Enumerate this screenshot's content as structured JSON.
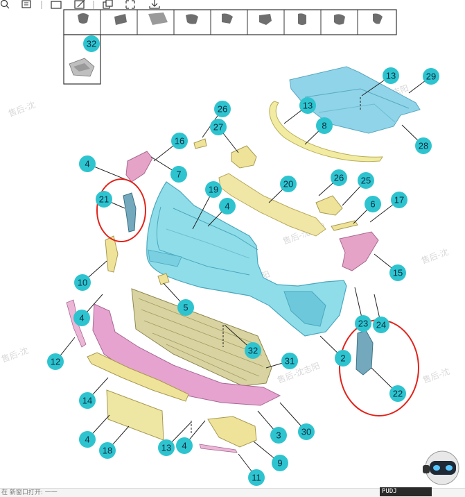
{
  "toolbar": {
    "icons": [
      "zoom-out-icon",
      "fit-page-icon",
      "select-rect-icon",
      "edit-icon",
      "copy-icon",
      "fullscreen-icon",
      "download-icon"
    ]
  },
  "watermark": {
    "text": "售后-沈志阳",
    "short_text": "售后-沈"
  },
  "callouts": {
    "c32_grid": "32",
    "c13_a": "13",
    "c29": "29",
    "c13_b": "13",
    "c8": "8",
    "c28": "28",
    "c26_a": "26",
    "c27": "27",
    "c16": "16",
    "c4_a": "4",
    "c7": "7",
    "c21": "21",
    "c19": "19",
    "c20": "20",
    "c26_b": "26",
    "c25": "25",
    "c4_b": "4",
    "c6": "6",
    "c17": "17",
    "c15": "15",
    "c10": "10",
    "c5": "5",
    "c4_c": "4",
    "c23": "23",
    "c24": "24",
    "c12": "12",
    "c32_b": "32",
    "c2": "2",
    "c31": "31",
    "c22": "22",
    "c14": "14",
    "c3": "3",
    "c30": "30",
    "c4_d": "4",
    "c18": "18",
    "c13_c": "13",
    "c4_e": "4",
    "c9": "9",
    "c11": "11"
  },
  "bottom": {
    "left_text": "在 新窗口打开: 一一",
    "logo_text": "PUDJ"
  }
}
